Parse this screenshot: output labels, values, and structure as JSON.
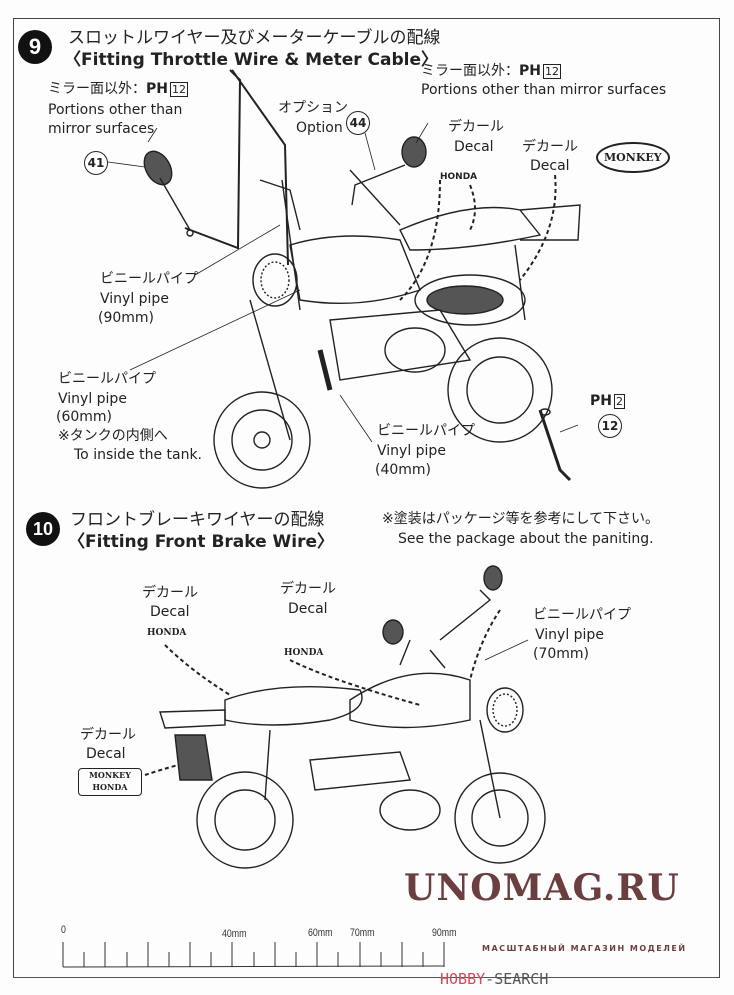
{
  "step9": {
    "number": "9",
    "title_jp": "スロットルワイヤー及びメーターケーブルの配線",
    "title_en": "〈Fitting Throttle Wire &  Meter Cable〉",
    "note_left": {
      "jp": "ミラー面以外：",
      "code": "PH",
      "box": "12",
      "en1": "Portions other than",
      "en2": "mirror surfaces"
    },
    "note_right": {
      "jp": "ミラー面以外：",
      "code": "PH",
      "box": "12",
      "en": "Portions other than mirror surfaces"
    },
    "option": {
      "jp": "オプション",
      "en": "Option"
    },
    "part41": "41",
    "part44": "44",
    "part12": "12",
    "decal1": {
      "jp": "デカール",
      "en": "Decal"
    },
    "decal2": {
      "jp": "デカール",
      "en": "Decal"
    },
    "logo_monkey": "MONKEY",
    "logo_honda": "HONDA",
    "pipe90": {
      "jp": "ビニールパイプ",
      "en": "Vinyl pipe",
      "size": "(90mm)"
    },
    "pipe60": {
      "jp": "ビニールパイプ",
      "en": "Vinyl pipe",
      "size": "(60mm)",
      "note_jp": "※タンクの内側へ",
      "note_en": "To inside the tank."
    },
    "pipe40": {
      "jp": "ビニールパイプ",
      "en": "Vinyl pipe",
      "size": "(40mm)"
    },
    "stand_paint": {
      "code": "PH",
      "box": "2"
    }
  },
  "step10": {
    "number": "10",
    "title_jp": "フロントブレーキワイヤーの配線",
    "title_en": "〈Fitting Front Brake Wire〉",
    "paint_note_jp": "※塗装はパッケージ等を参考にして下さい。",
    "paint_note_en": "See the package about the paniting.",
    "decal_a": {
      "jp": "デカール",
      "en": "Decal",
      "logo": "HONDA"
    },
    "decal_b": {
      "jp": "デカール",
      "en": "Decal",
      "logo": "HONDA"
    },
    "decal_c": {
      "jp": "デカール",
      "en": "Decal",
      "logo1": "MONKEY",
      "logo2": "HONDA"
    },
    "pipe70": {
      "jp": "ビニールパイプ",
      "en": "Vinyl pipe",
      "size": "(70mm)"
    }
  },
  "ruler": {
    "labels": [
      "0",
      "40mm",
      "60mm",
      "70mm",
      "90mm"
    ]
  },
  "watermark": {
    "main": "UNOMAG.RU",
    "sub": "МАСШТАБНЫЙ МАГАЗИН МОДЕЛЕЙ",
    "hobby": "HOBBY",
    "search": "SEARCH"
  }
}
